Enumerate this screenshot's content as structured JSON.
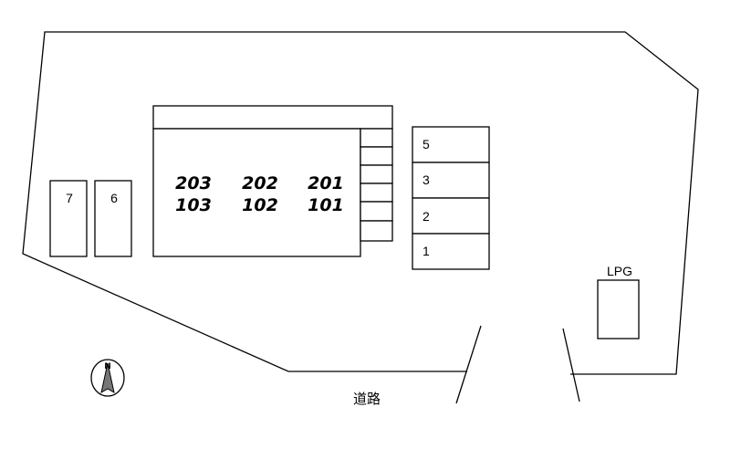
{
  "building": {
    "units_upper": [
      "203",
      "202",
      "201"
    ],
    "units_lower": [
      "103",
      "102",
      "101"
    ]
  },
  "parking_left": [
    "7",
    "6"
  ],
  "parking_right": [
    "5",
    "3",
    "2",
    "1"
  ],
  "lpg_label": "LPG",
  "road_label": "道路",
  "compass": {
    "icon": "north-arrow-icon",
    "letter": "N"
  }
}
